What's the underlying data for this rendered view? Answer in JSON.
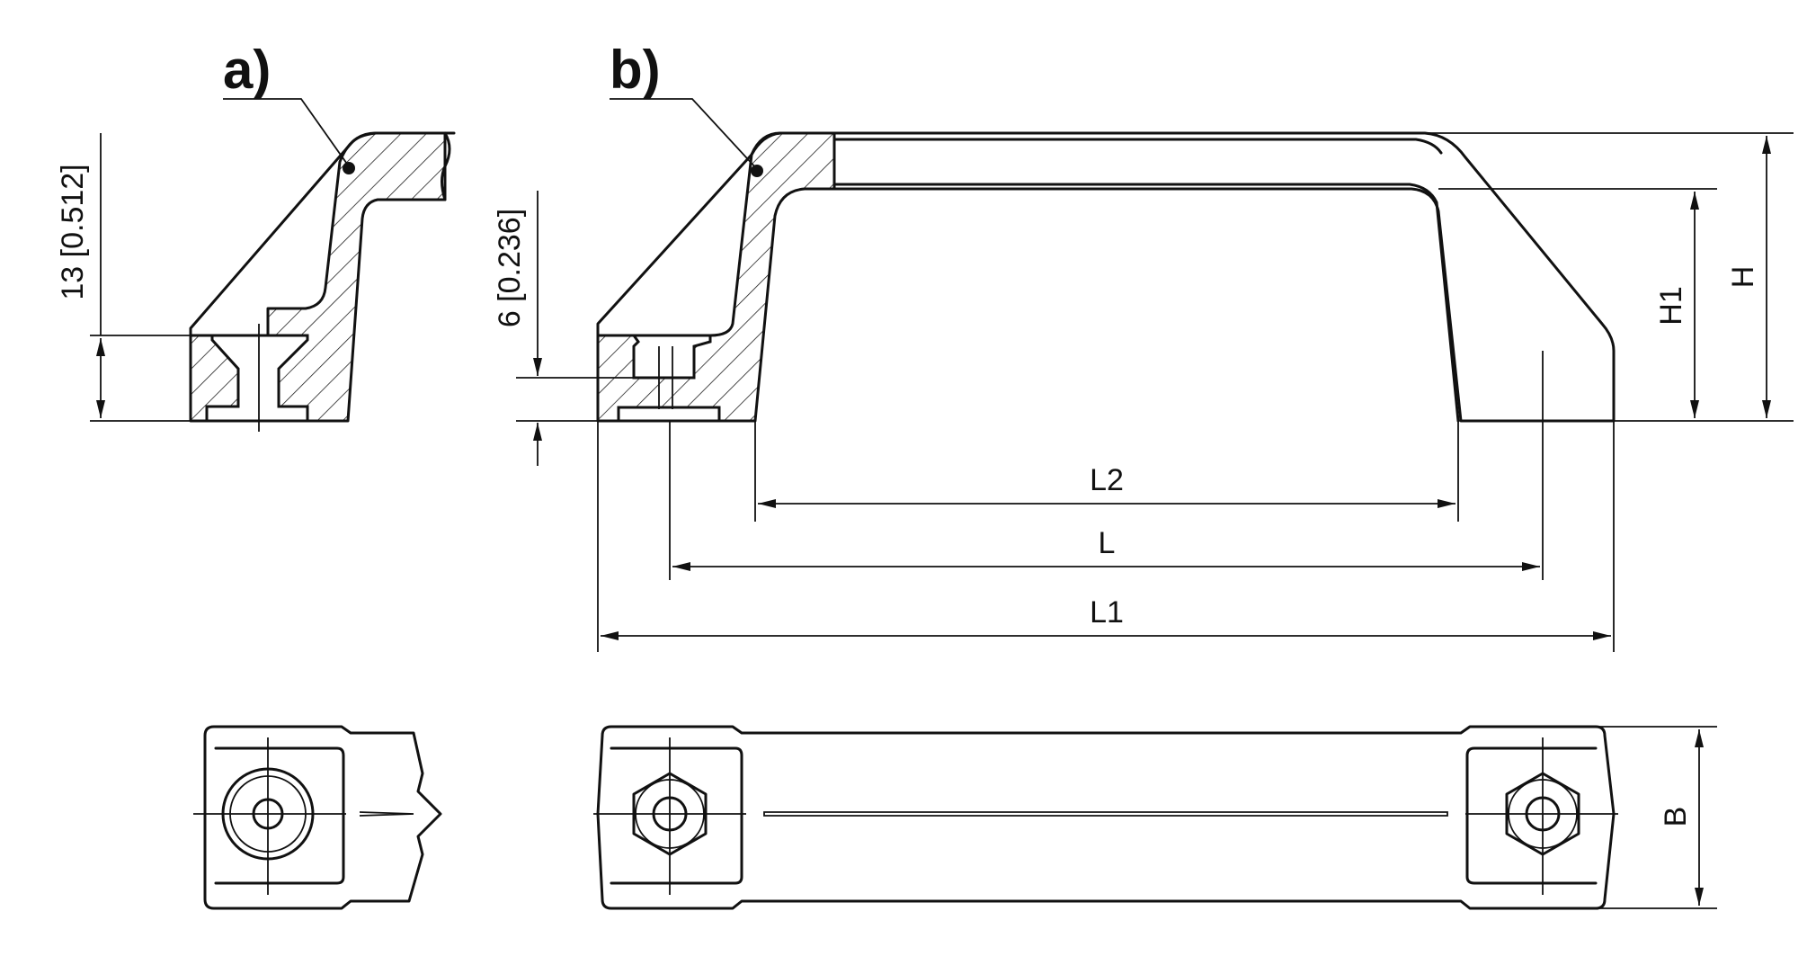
{
  "labels": {
    "view_a": "a)",
    "view_b": "b)"
  },
  "dimensions": {
    "a_height": "13 [0.512]",
    "b_height": "6 [0.236]",
    "L2": "L2",
    "L": "L",
    "L1": "L1",
    "H": "H",
    "H1": "H1",
    "B": "B"
  }
}
